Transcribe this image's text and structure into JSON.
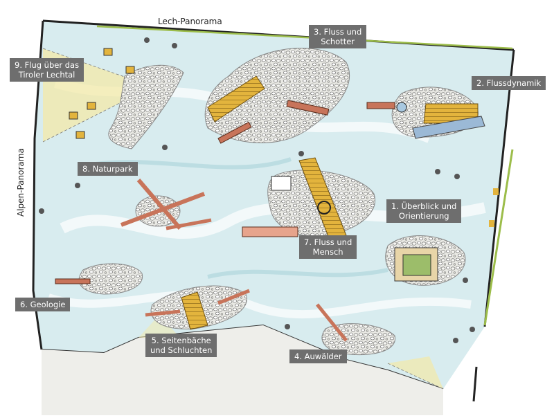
{
  "panorama_labels": {
    "lech": "Lech-Panorama",
    "alpen": "Alpen-Panorama"
  },
  "stations": [
    {
      "id": "s1",
      "line1": "1. Überblick und",
      "line2": "Orientierung"
    },
    {
      "id": "s2",
      "line1": "2. Flussdynamik",
      "line2": ""
    },
    {
      "id": "s3",
      "line1": "3. Fluss und",
      "line2": "Schotter"
    },
    {
      "id": "s4",
      "line1": "4. Auwälder",
      "line2": ""
    },
    {
      "id": "s5",
      "line1": "5. Seitenbäche",
      "line2": "und Schluchten"
    },
    {
      "id": "s6",
      "line1": "6. Geologie",
      "line2": ""
    },
    {
      "id": "s7",
      "line1": "7. Fluss und",
      "line2": "Mensch"
    },
    {
      "id": "s8",
      "line1": "8. Naturpark",
      "line2": ""
    },
    {
      "id": "s9",
      "line1": "9. Flug über das",
      "line2": "Tiroler Lechtal"
    }
  ],
  "colors": {
    "water": "#cfe6ea",
    "gravel": "#9a9a96",
    "wood": "#e0b43c",
    "rust": "#c8745a",
    "label_bg": "#6e6e6e",
    "wall": "#222222",
    "yellow_light": "#f4e9a8",
    "green_strip": "#9cbd4a"
  }
}
